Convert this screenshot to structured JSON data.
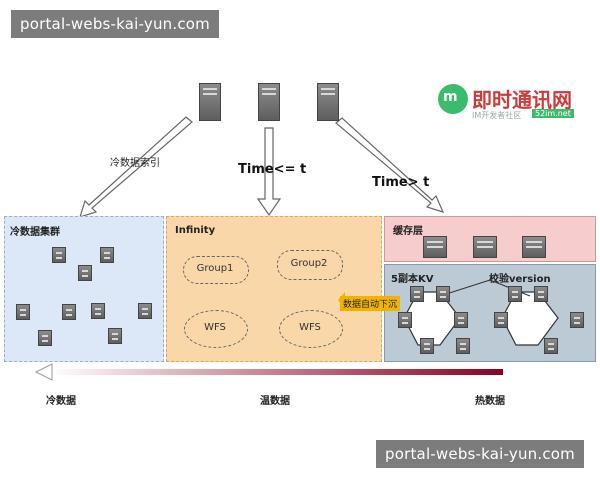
{
  "watermark": {
    "text": "portal-webs-kai-yun.com"
  },
  "logo": {
    "brand": "即时通讯网",
    "subtitle": "IM开发者社区",
    "url_text": "52im.net"
  },
  "top": {
    "left_arrow_label": "冷数据索引",
    "mid_arrow_label": "Time<= t",
    "right_arrow_label": "Time> t"
  },
  "cold_panel": {
    "title": "冷数据集群"
  },
  "infinity_panel": {
    "title": "Infinity",
    "group1": "Group1",
    "group2": "Group2",
    "wfs1": "WFS",
    "wfs2": "WFS"
  },
  "cache_panel": {
    "title": "缓存层"
  },
  "kv_panel": {
    "title": "5副本KV",
    "version_label": "校验version"
  },
  "sink_label": "数据自动下沉",
  "bottom": {
    "cold": "冷数据",
    "warm": "温数据",
    "hot": "热数据"
  },
  "colors": {
    "cold_bg": "#dce8f8",
    "warm_bg": "#f9d7a8",
    "cache_bg": "#f6cccc",
    "kv_bg": "#bccad6",
    "arrow_gradient_end": "#8a0022",
    "sink_arrow": "#f0b400"
  }
}
